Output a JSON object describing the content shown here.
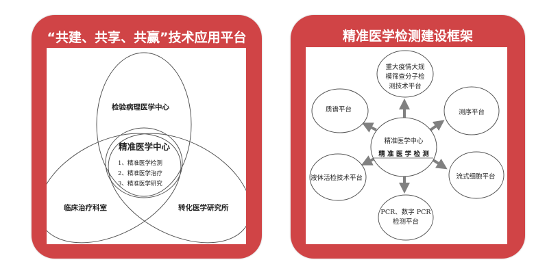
{
  "left_panel": {
    "title": "“共建、共享、共赢”技术应用平台",
    "top_circle": "检验病理医学中心",
    "center_title": "精准医学中心",
    "center_items": [
      "1、精准医学检测",
      "2、精准医学治疗",
      "3、精准医学研究"
    ],
    "left_circle": "临床治疗科室",
    "right_circle": "转化医学研究所"
  },
  "right_panel": {
    "title": "精准医学检测建设框架",
    "center_line1": "精准医学中心",
    "center_line2": "精 准 医 学 检 测",
    "nodes": {
      "top": [
        "重大疫情大规",
        "模筛查分子检",
        "测技术平台"
      ],
      "top_left": "质谱平台",
      "top_right": "测序平台",
      "bottom_left": "液体活检技术平台",
      "bottom_right": "流式细胞平台",
      "bottom": [
        "PCR、数字 PCR",
        "检测平台"
      ]
    }
  },
  "colors": {
    "panel": "#d04446",
    "arrow": "#808080"
  }
}
